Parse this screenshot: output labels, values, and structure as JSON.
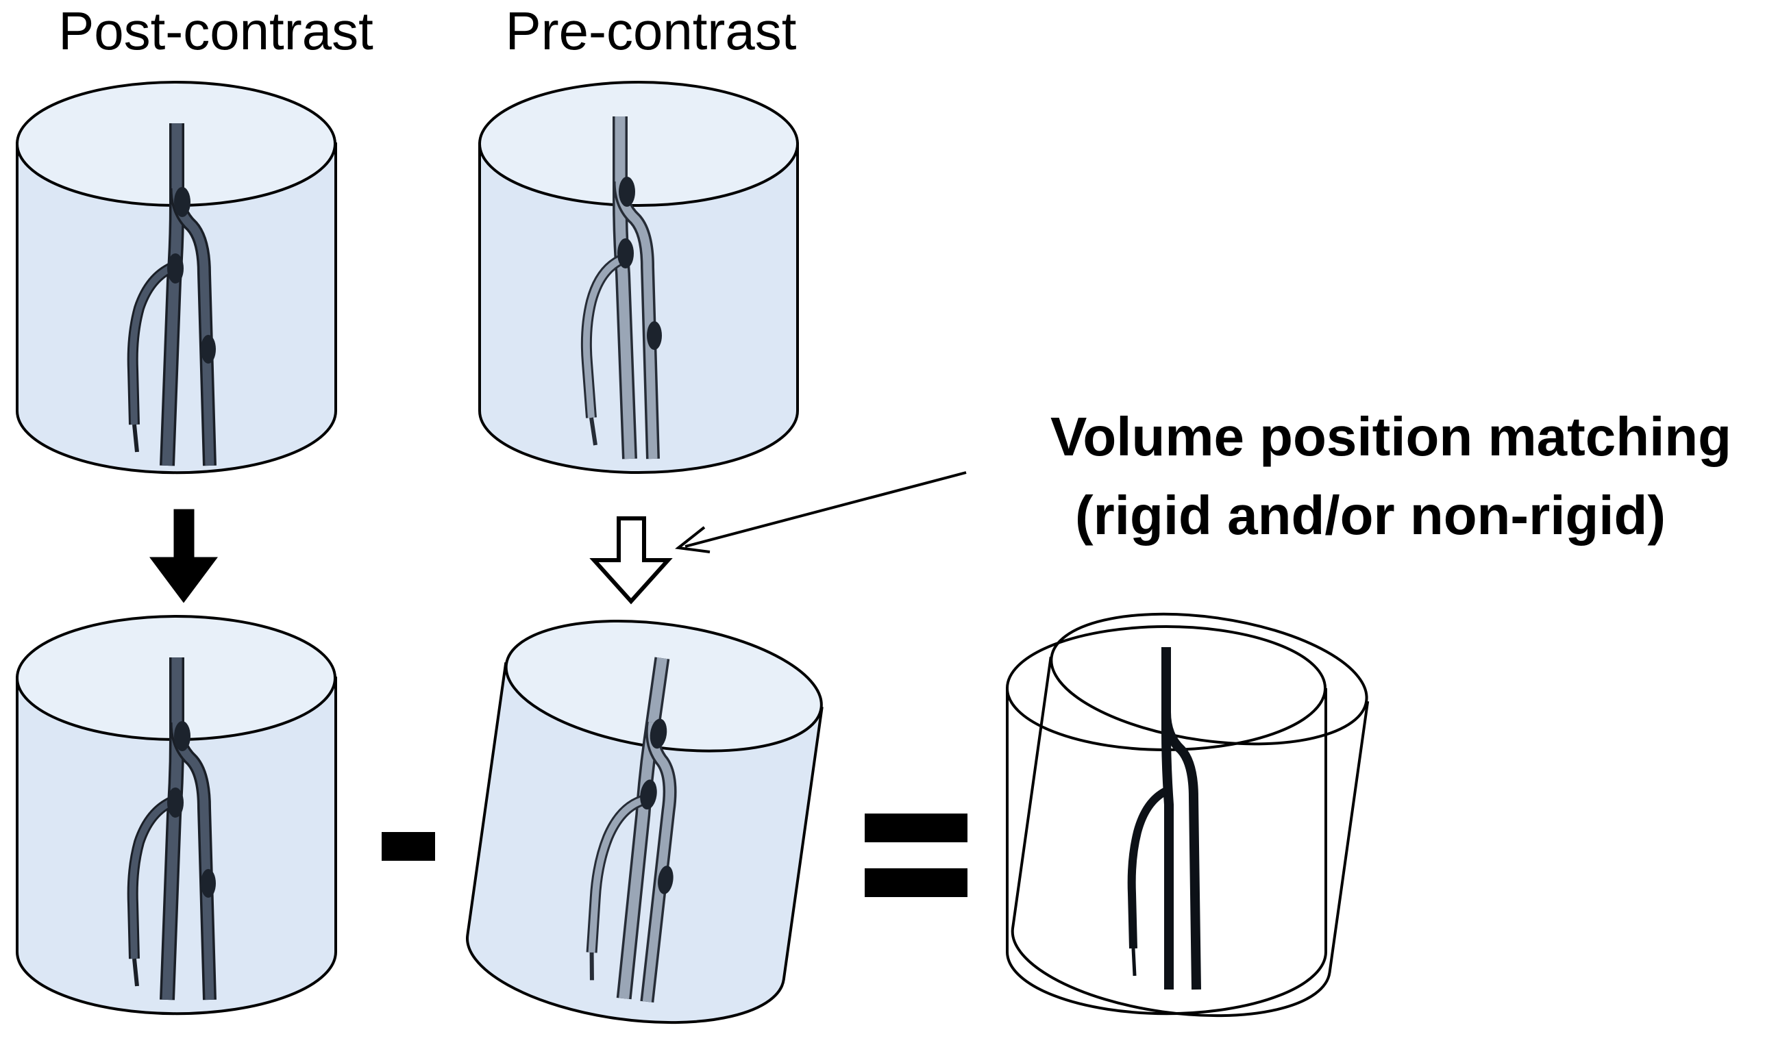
{
  "labels": {
    "post_contrast": "Post-contrast",
    "pre_contrast": "Pre-contrast",
    "matching_line1": "Volume position matching",
    "matching_line2": "(rigid and/or non-rigid)"
  },
  "operators": {
    "minus": "-",
    "equals": "="
  },
  "colors": {
    "cylinder_fill": "#dce7f5",
    "cylinder_top_fill": "#e8f0f9",
    "outline": "#000000",
    "post_vessel": "#3f4b5c",
    "pre_vessel": "#8a97a8",
    "result_vessel": "#12161d",
    "plaque": "#1c232d"
  }
}
